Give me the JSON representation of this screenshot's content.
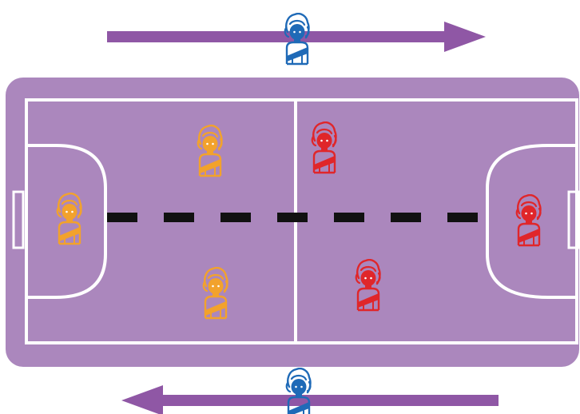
{
  "colors": {
    "court": "#ab87bd",
    "lines": "#ffffff",
    "arrow": "#8f57a5",
    "center_dash": "#111111",
    "team_orange": "#f2a22c",
    "team_red": "#e0262a",
    "neutral_blue": "#1f6ab7"
  },
  "court": {
    "name": "futsal-court",
    "center_line": "dashed"
  },
  "arrows": [
    {
      "name": "arrow-right",
      "direction": "right",
      "color": "arrow"
    },
    {
      "name": "arrow-left",
      "direction": "left",
      "color": "arrow"
    }
  ],
  "players": [
    {
      "name": "neutral-player-top",
      "team": "neutral",
      "color": "neutral_blue",
      "icon": "player-icon"
    },
    {
      "name": "neutral-player-bottom",
      "team": "neutral",
      "color": "neutral_blue",
      "icon": "player-icon"
    },
    {
      "name": "orange-goalkeeper",
      "team": "orange",
      "color": "team_orange",
      "icon": "player-icon"
    },
    {
      "name": "orange-player-top",
      "team": "orange",
      "color": "team_orange",
      "icon": "player-icon"
    },
    {
      "name": "orange-player-bottom",
      "team": "orange",
      "color": "team_orange",
      "icon": "player-icon"
    },
    {
      "name": "red-player-top",
      "team": "red",
      "color": "team_red",
      "icon": "player-icon"
    },
    {
      "name": "red-player-bottom",
      "team": "red",
      "color": "team_red",
      "icon": "player-icon"
    },
    {
      "name": "red-goalkeeper",
      "team": "red",
      "color": "team_red",
      "icon": "player-icon"
    }
  ]
}
